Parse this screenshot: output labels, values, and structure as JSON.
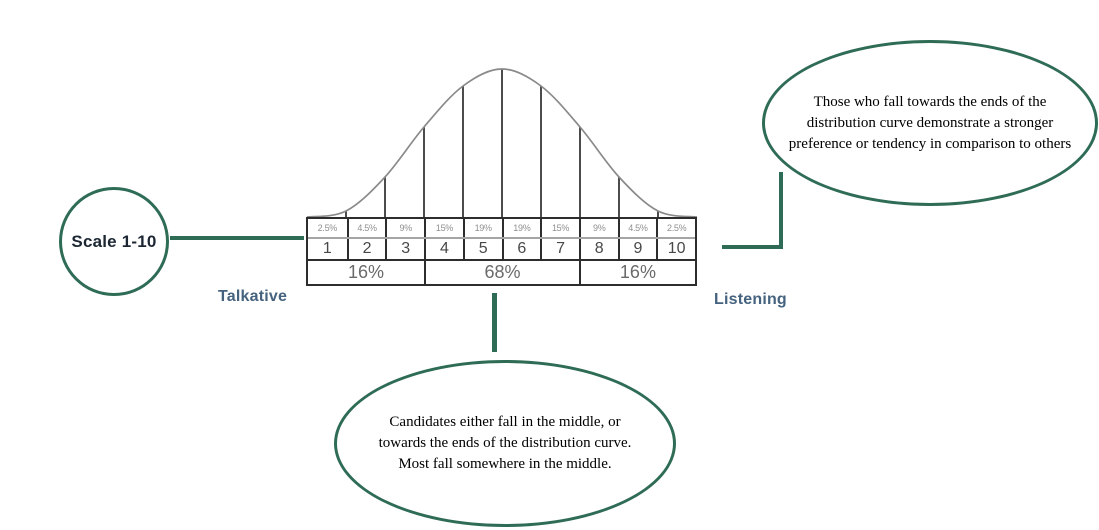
{
  "colors": {
    "accent_green": "#2f6c55",
    "pole_label_blue": "#45627e",
    "curve_gray": "#8a8a8a",
    "table_border": "#2d2d2d"
  },
  "scale_badge": {
    "label": "Scale 1-10"
  },
  "poles": {
    "left": "Talkative",
    "right": "Listening"
  },
  "distribution": {
    "percentages": [
      "2.5%",
      "4.5%",
      "9%",
      "15%",
      "19%",
      "19%",
      "15%",
      "9%",
      "4.5%",
      "2.5%"
    ],
    "scores": [
      "1",
      "2",
      "3",
      "4",
      "5",
      "6",
      "7",
      "8",
      "9",
      "10"
    ],
    "groups": [
      "16%",
      "68%",
      "16%"
    ]
  },
  "callouts": {
    "top_right": "Those who fall towards the ends of the distribution curve demonstrate a stronger preference or tendency in comparison to others",
    "bottom": "Candidates either fall in the middle, or towards the ends of the distribution curve. Most fall somewhere in the middle."
  }
}
